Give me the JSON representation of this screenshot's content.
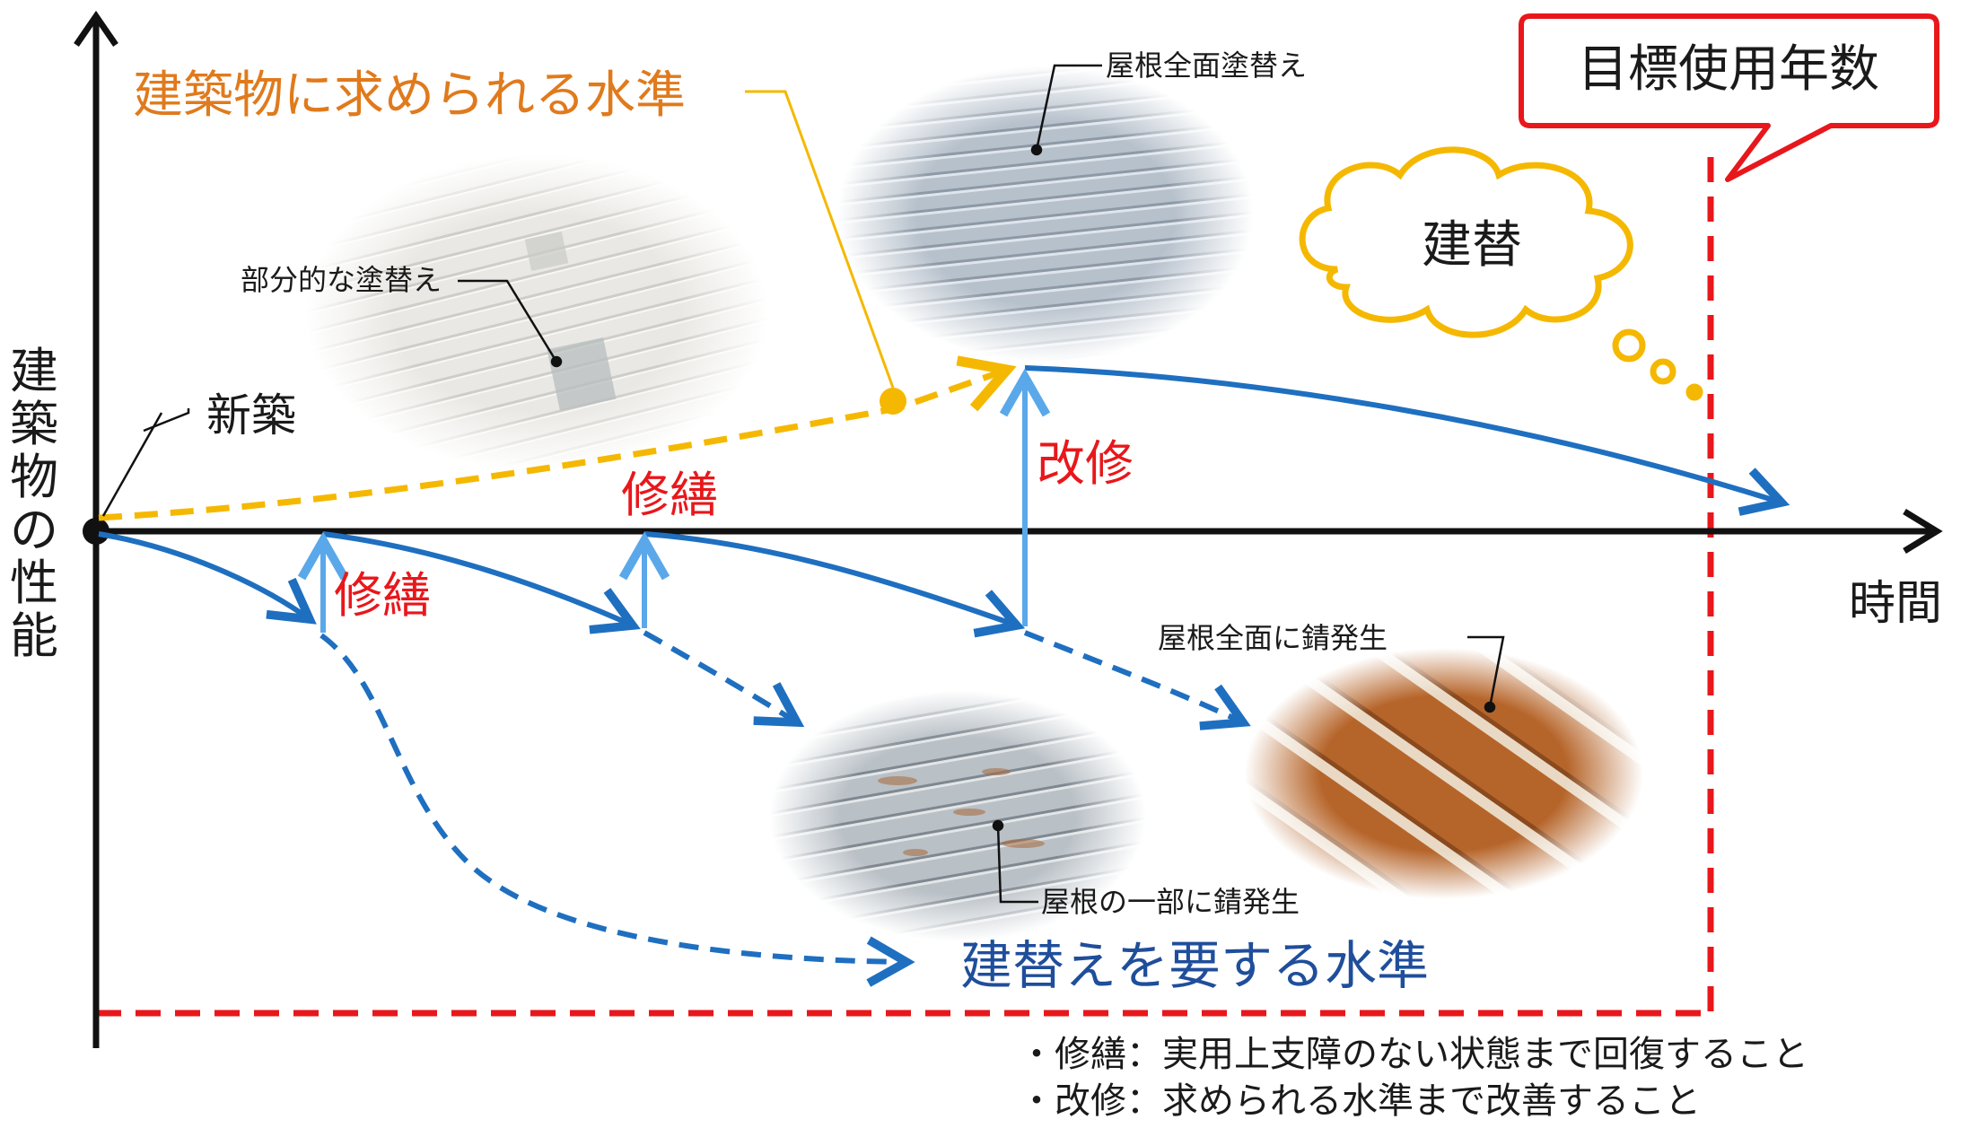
{
  "colors": {
    "axis": "#111111",
    "blue_curve": "#1f6fc0",
    "blue_light": "#5aa8ea",
    "yellow": "#f5b800",
    "red": "#e8171b",
    "orange_text": "#e07a1c",
    "navy_text": "#1f4e9b"
  },
  "axes": {
    "y_label": "建築物の性能",
    "x_label": "時間"
  },
  "labels": {
    "new_build": "新築",
    "required_level": "建築物に求められる水準",
    "rebuild_level": "建替えを要する水準",
    "target_years": "目標使用年数",
    "rebuild_bubble": "建替",
    "repair_1": "修繕",
    "repair_2": "修繕",
    "renovation": "改修"
  },
  "photos": {
    "partial_repaint": "部分的な塗替え",
    "full_repaint": "屋根全面塗替え",
    "partial_rust": "屋根の一部に錆発生",
    "full_rust": "屋根全面に錆発生"
  },
  "notes": [
    "・修繕：実用上支障のない状態まで回復すること",
    "・改修：求められる水準まで改善すること"
  ]
}
